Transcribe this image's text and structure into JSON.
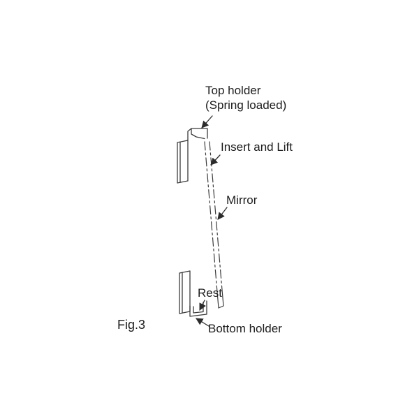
{
  "figure": {
    "caption": "Fig.3",
    "labels": {
      "top_holder_line1": "Top holder",
      "top_holder_line2": "(Spring loaded)",
      "insert_and_lift": "Insert and Lift",
      "mirror": "Mirror",
      "rest": "Rest",
      "bottom_holder": "Bottom holder"
    },
    "colors": {
      "line": "#3b3b3b",
      "text": "#1c1c1c",
      "background": "#ffffff"
    }
  }
}
